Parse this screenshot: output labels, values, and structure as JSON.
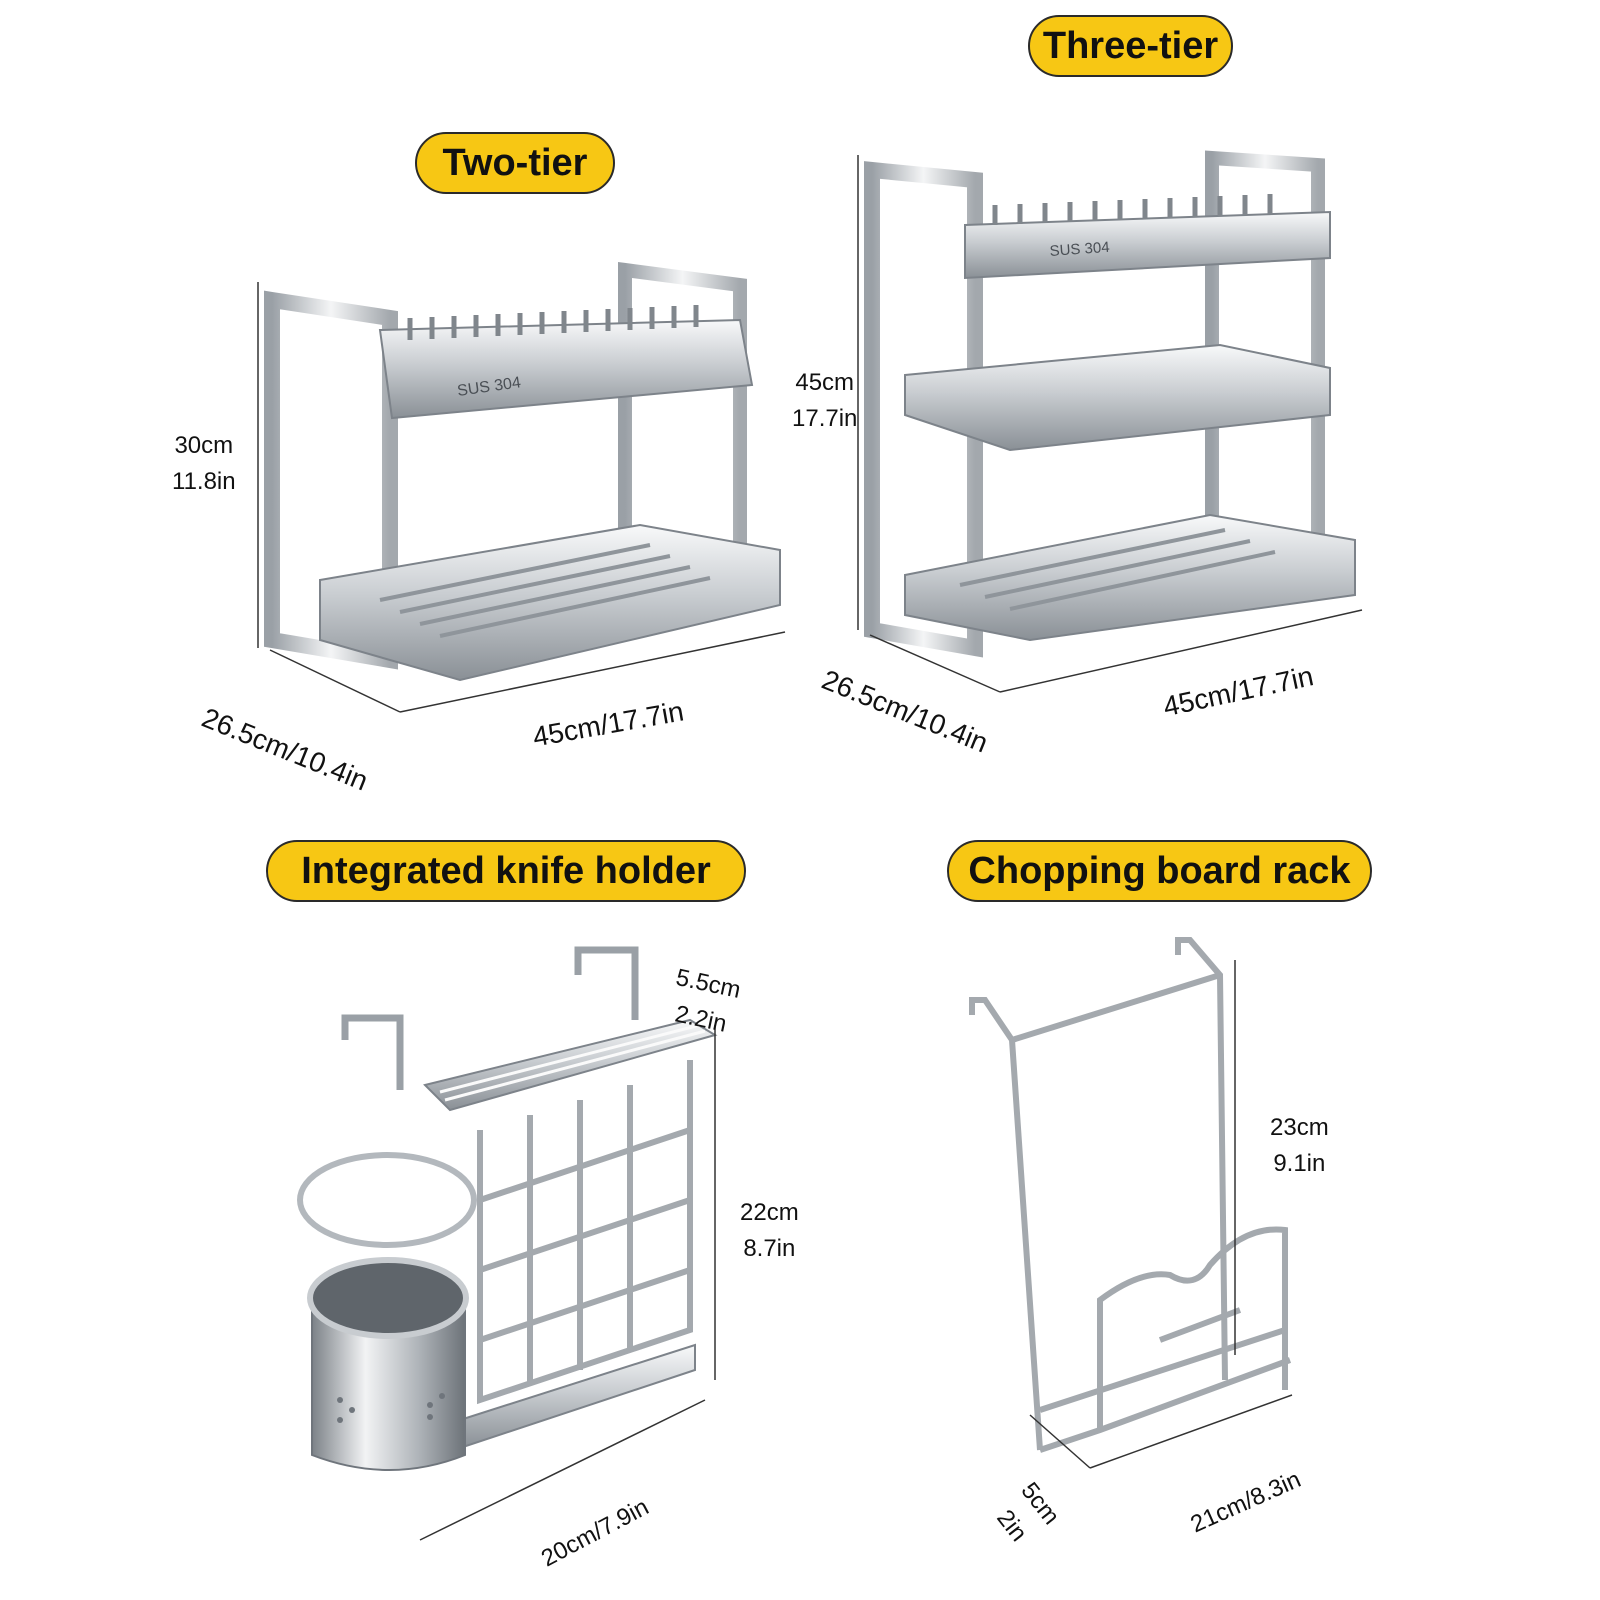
{
  "products": {
    "two_tier": {
      "label": "Two-tier",
      "engraving": "SUS 304",
      "height": [
        "30cm",
        "11.8in"
      ],
      "depth": "26.5cm/10.4in",
      "width": "45cm/17.7in"
    },
    "three_tier": {
      "label": "Three-tier",
      "engraving": "SUS 304",
      "height": [
        "45cm",
        "17.7in"
      ],
      "depth": "26.5cm/10.4in",
      "width": "45cm/17.7in"
    },
    "knife_holder": {
      "label": "Integrated knife holder",
      "top_depth": [
        "5.5cm",
        "2.2in"
      ],
      "height": [
        "22cm",
        "8.7in"
      ],
      "width": "20cm/7.9in"
    },
    "board_rack": {
      "label": "Chopping board rack",
      "height": [
        "23cm",
        "9.1in"
      ],
      "width": "21cm/8.3in",
      "depth": [
        "5cm",
        "2in"
      ]
    }
  },
  "colors": {
    "badge_fill": "#f7c714",
    "steel_light": "#eef0f2",
    "steel_mid": "#b9bdc2",
    "steel_dark": "#6f757c"
  }
}
